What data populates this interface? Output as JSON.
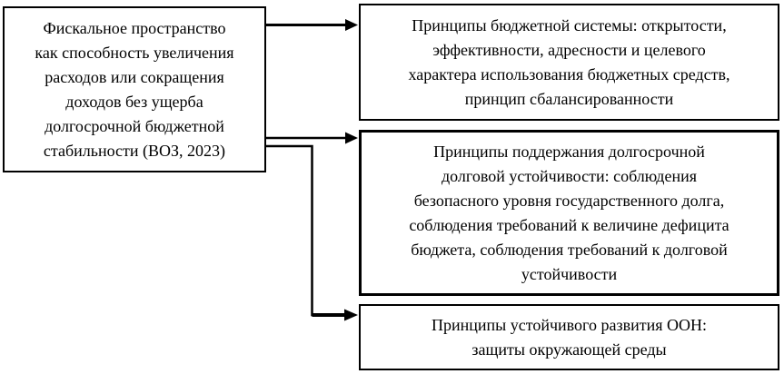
{
  "diagram": {
    "colors": {
      "background": "#ffffff",
      "border": "#000000",
      "text": "#000000",
      "arrow": "#000000"
    },
    "boxes": {
      "source": {
        "text": "Фискальное пространство как способность увеличения расходов или сокращения доходов без ущерба долгосрочной бюджетной стабильности (ВОЗ, 2023)",
        "lines": [
          "Фискальное пространство",
          "как способность увеличения",
          "расходов или сокращения",
          "доходов без ущерба",
          "долгосрочной бюджетной",
          "стабильности (ВОЗ, 2023)"
        ]
      },
      "budget_system": {
        "text": "Принципы бюджетной системы: открытости, эффективности, адресности и целевого характера использования бюджетных средств, принцип сбалансированности",
        "lines": [
          "Принципы бюджетной системы: открытости,",
          "эффективности, адресности и целевого",
          "характера использования бюджетных средств,",
          "принцип сбалансированности"
        ]
      },
      "debt_sustainability": {
        "text": "Принципы поддержания долгосрочной долговой устойчивости: соблюдения безопасного уровня государственного долга, соблюдения требований к величине дефицита бюджета, соблюдения требований к долговой устойчивости",
        "lines": [
          "Принципы поддержания долгосрочной",
          "долговой устойчивости: соблюдения",
          "безопасного уровня государственного долга,",
          "соблюдения требований к величине дефицита",
          "бюджета, соблюдения требований к долговой",
          "устойчивости"
        ]
      },
      "un_sdg": {
        "text": "Принципы устойчивого развития ООН: защиты окружающей среды",
        "lines": [
          "Принципы устойчивого развития ООН:",
          "защиты окружающей среды"
        ]
      }
    }
  }
}
